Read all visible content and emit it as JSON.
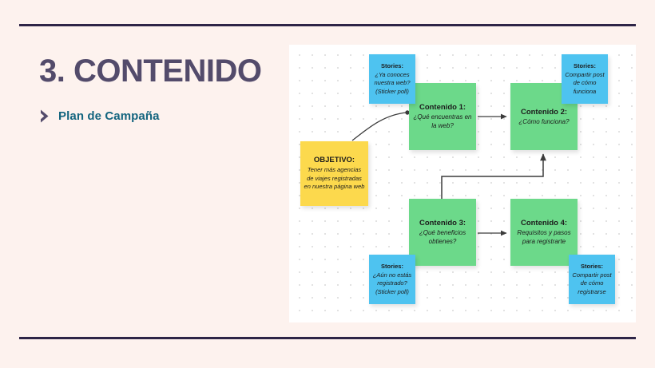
{
  "slide": {
    "title": "3. CONTENIDO",
    "subtitle": "Plan de Campaña",
    "chevron_icon": "chevron-right-icon",
    "background_color": "#fdf2ee",
    "title_color": "#534b6b",
    "subtitle_color": "#14657f",
    "rule_color": "#2e2547"
  },
  "board": {
    "background_color": "#ffffff",
    "grid": "dotted",
    "note_colors": {
      "objective": "#fcd94d",
      "content": "#6cd98a",
      "stories": "#4ec3f0"
    },
    "connector_color": "#3c3c3c"
  },
  "diagram": {
    "type": "flowchart",
    "objective": {
      "title": "OBJETIVO:",
      "body": "Tener más agencias de viajes registradas en nuestra página web"
    },
    "content_nodes": [
      {
        "title": "Contenido 1:",
        "body": "¿Qué encuentras en la web?"
      },
      {
        "title": "Contenido 2:",
        "body": "¿Cómo funciona?"
      },
      {
        "title": "Contenido 3:",
        "body": "¿Qué beneficios obtienes?"
      },
      {
        "title": "Contenido 4:",
        "body": "Requisitos y pasos para registrarte"
      }
    ],
    "story_notes": [
      {
        "title": "Stories:",
        "body": "¿Ya conoces nuestra web? (Sticker poll)"
      },
      {
        "title": "Stories:",
        "body": "Compartir post de cómo funciona"
      },
      {
        "title": "Stories:",
        "body": "¿Aún no estás registrado? (Sticker poll)"
      },
      {
        "title": "Stories:",
        "body": "Compartir post de cómo registrarse"
      }
    ],
    "connections": [
      {
        "from": "OBJETIVO:",
        "to": "Contenido 1:",
        "style": "curved-arrow"
      },
      {
        "from": "Contenido 1:",
        "to": "Contenido 2:",
        "style": "straight-arrow"
      },
      {
        "from": "Contenido 2:",
        "to": "Contenido 3:",
        "style": "elbow"
      },
      {
        "from": "Contenido 3:",
        "to": "Contenido 4:",
        "style": "straight-arrow"
      }
    ]
  }
}
